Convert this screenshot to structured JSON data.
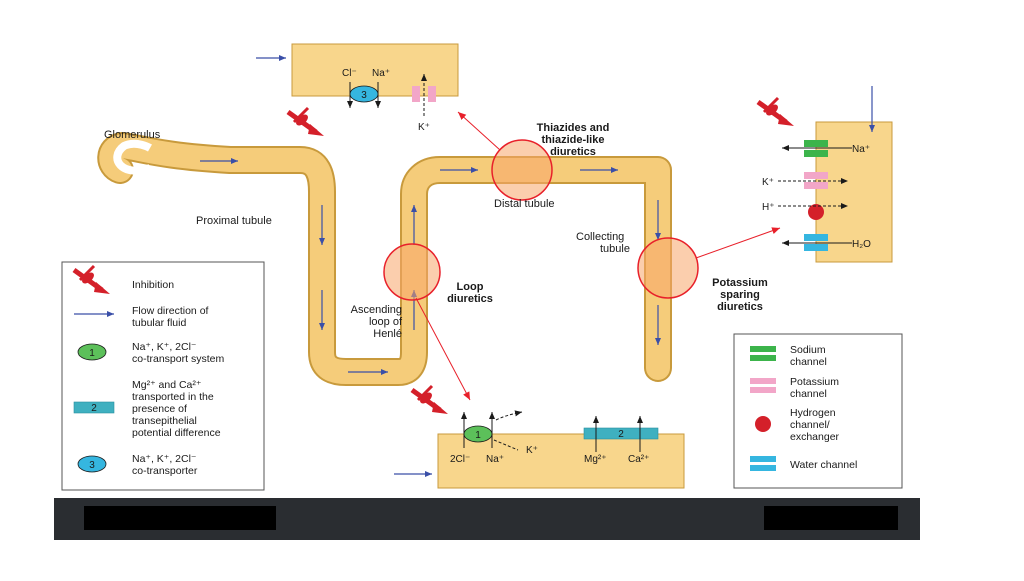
{
  "colors": {
    "tubule": "#f5cc7a",
    "tubule_edge": "#c89a3c",
    "cell": "#f8d68c",
    "sodium": "#3cb44b",
    "potassium": "#f2a6c8",
    "hydrogen": "#d4202a",
    "water": "#35b6e0",
    "transporter3": "#35b6e0",
    "transporter1": "#5cc05a",
    "flow": "#3a4fa8",
    "site": "#e8202a",
    "footer": "#2a2d31"
  },
  "labels": {
    "glomerulus": "Glomerulus",
    "proximal": "Proximal tubule",
    "distal": "Distal tubule",
    "collecting_1": "Collecting",
    "collecting_2": "tubule",
    "ascending_1": "Ascending",
    "ascending_2": "loop of",
    "ascending_3": "Henlé",
    "thiazide_1": "Thiazides and",
    "thiazide_2": "thiazide-like",
    "thiazide_3": "diuretics",
    "loop_1": "Loop",
    "loop_2": "diuretics",
    "potassium_1": "Potassium",
    "potassium_2": "sparing",
    "potassium_3": "diuretics"
  },
  "top_cell": {
    "cl": "Cl⁻",
    "na": "Na⁺",
    "k": "K⁺",
    "transporter": "3"
  },
  "right_cell": {
    "na": "Na⁺",
    "k": "K⁺",
    "h": "H⁺",
    "h2o": "H₂O"
  },
  "bottom_cell": {
    "cl2": "2Cl⁻",
    "na": "Na⁺",
    "k": "K⁺",
    "mg": "Mg²⁺",
    "ca": "Ca²⁺",
    "transporter1": "1",
    "transporter2": "2"
  },
  "legend_left": {
    "inhibition": "Inhibition",
    "flow_1": "Flow direction of",
    "flow_2": "tubular fluid",
    "item1_num": "1",
    "item1_1": "Na⁺, K⁺, 2Cl⁻",
    "item1_2": "co-transport system",
    "item2_num": "2",
    "item2_1": "Mg²⁺ and Ca²⁺",
    "item2_2": "transported in the",
    "item2_3": "presence of",
    "item2_4": "transepithelial",
    "item2_5": "potential difference",
    "item3_num": "3",
    "item3_1": "Na⁺, K⁺, 2Cl⁻",
    "item3_2": "co-transporter"
  },
  "legend_right": {
    "sodium_1": "Sodium",
    "sodium_2": "channel",
    "potassium_1": "Potassium",
    "potassium_2": "channel",
    "hydrogen_1": "Hydrogen",
    "hydrogen_2": "channel/",
    "hydrogen_3": "exchanger",
    "water": "Water channel"
  }
}
